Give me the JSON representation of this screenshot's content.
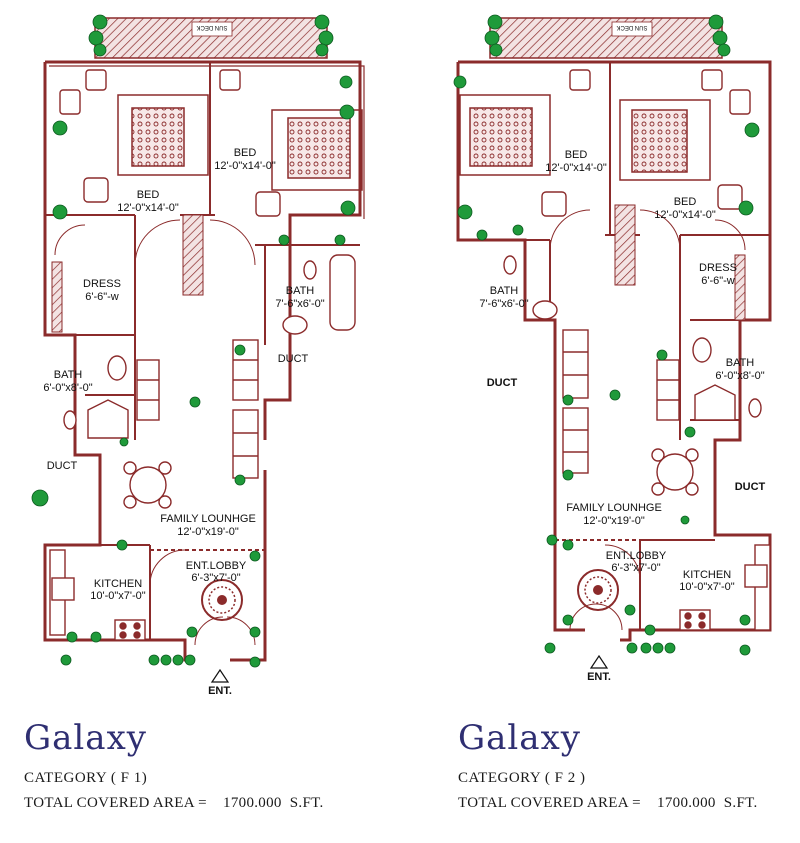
{
  "colors": {
    "wall": "#8b2b2b",
    "plant": "#1f9a3a",
    "brand": "#2f2f72",
    "text": "#111111"
  },
  "plans": [
    {
      "deck": "SUN DECK",
      "rooms": {
        "bed_left_name": "BED",
        "bed_left_size": "12'-0\"x14'-0\"",
        "bed_right_name": "BED",
        "bed_right_size": "12'-0\"x14'-0\"",
        "dress_name": "DRESS",
        "dress_size": "6'-6\"-w",
        "bath_small_name": "BATH",
        "bath_small_size": "6'-0\"x8'-0\"",
        "bath_large_name": "BATH",
        "bath_large_size": "7'-6\"x6'-0\"",
        "duct_a": "DUCT",
        "duct_b": "DUCT",
        "family_name": "FAMILY LOUNHGE",
        "family_size": "12'-0\"x19'-0\"",
        "lobby_name": "ENT.LOBBY",
        "lobby_size": "6'-3\"x7'-0\"",
        "kitchen_name": "KITCHEN",
        "kitchen_size": "10'-0\"x7'-0\"",
        "ent": "ENT."
      },
      "brand": "Galaxy",
      "category": "CATEGORY  ( F 1)",
      "area": "TOTAL COVERED AREA =    1700.000  S.FT."
    },
    {
      "deck": "SUN DECK",
      "rooms": {
        "bed_left_name": "BED",
        "bed_left_size": "12'-0\"x14'-0\"",
        "bed_right_name": "BED",
        "bed_right_size": "12'-0\"x14'-0\"",
        "dress_name": "DRESS",
        "dress_size": "6'-6\"-w",
        "bath_small_name": "BATH",
        "bath_small_size": "6'-0\"x8'-0\"",
        "bath_large_name": "BATH",
        "bath_large_size": "7'-6\"x6'-0\"",
        "duct_a": "DUCT",
        "duct_b": "DUCT",
        "family_name": "FAMILY LOUNHGE",
        "family_size": "12'-0\"x19'-0\"",
        "lobby_name": "ENT.LOBBY",
        "lobby_size": "6'-3\"x7'-0\"",
        "kitchen_name": "KITCHEN",
        "kitchen_size": "10'-0\"x7'-0\"",
        "ent": "ENT."
      },
      "brand": "Galaxy",
      "category": "CATEGORY  ( F 2 )",
      "area": "TOTAL COVERED AREA =    1700.000  S.FT."
    }
  ]
}
